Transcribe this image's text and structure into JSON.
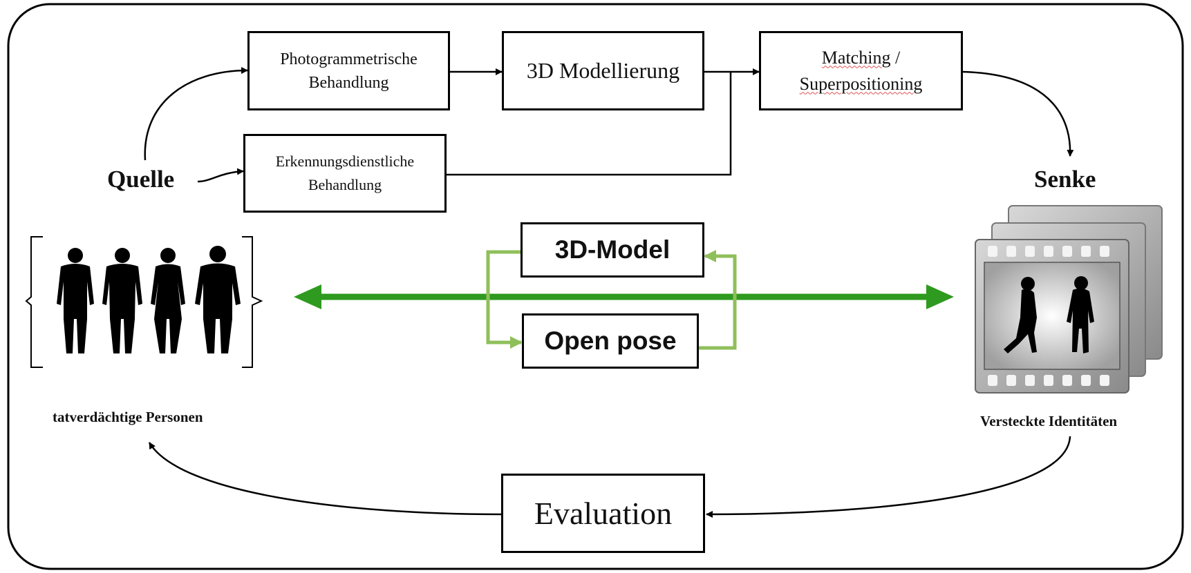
{
  "process": {
    "photogrammetric": {
      "line1": "Photogrammetrische",
      "line2": "Behandlung"
    },
    "modelling": "3D Modellierung",
    "matching": {
      "line1": "Matching",
      "line1_suffix": " /",
      "line2": "Superpositioning"
    },
    "forensic": {
      "line1": "Erkennungsdienstliche",
      "line2": "Behandlung"
    },
    "evaluation": "Evaluation"
  },
  "labels": {
    "source": "Quelle",
    "sink": "Senke",
    "suspects": "tatverdächtige Personen",
    "hidden": "Versteckte Identitäten"
  },
  "loop": {
    "model": "3D-Model",
    "pose": "Open pose"
  },
  "colors": {
    "main_arrow": "#2e9a1f",
    "loop_arrow": "#8fbf5a",
    "frame": "#000000"
  },
  "icons": [
    "silhouettes-icon",
    "film-strip-icon"
  ]
}
